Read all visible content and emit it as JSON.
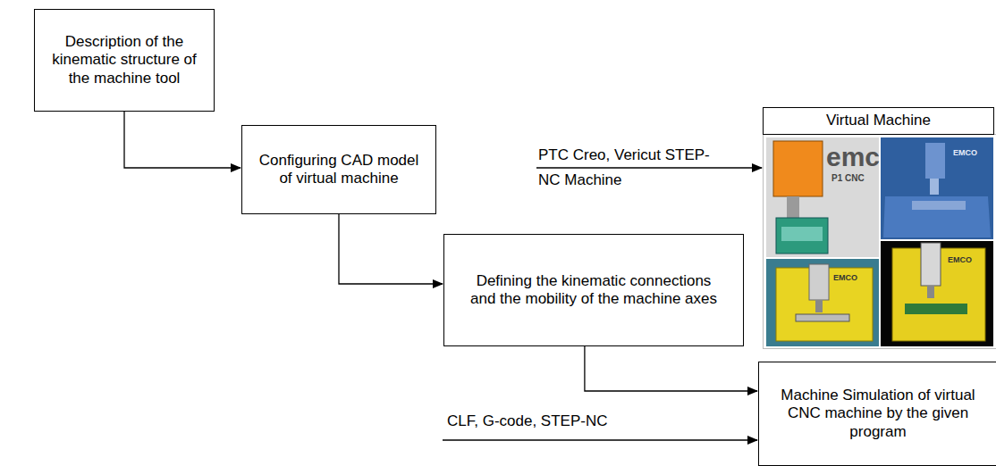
{
  "diagram": {
    "nodes": [
      {
        "text": [
          "Description of the kinematic structure of the machine tool"
        ]
      },
      {
        "text": [
          "Configuring CAD model of virtual machine"
        ]
      },
      {
        "text": [
          "Defining the kinematic connections and the mobility of the machine axes"
        ]
      },
      {
        "text": [
          "Virtual Machine"
        ]
      },
      {
        "text": [
          "Machine Simulation of virtual CNC machine by the given program"
        ]
      }
    ],
    "edges": [
      {
        "from": 0,
        "to": 1,
        "arrow": "to"
      },
      {
        "from": 1,
        "to": 2,
        "arrow": "to"
      },
      {
        "from": 2,
        "to": 4,
        "arrow": "to"
      }
    ],
    "labels": [
      "PTC Creo, Vericut STEP-NC Machine",
      "CLF, G-code, STEP-NC",
      "emc",
      "P1 CNC",
      "EMCO",
      "EMCO",
      "EMCO"
    ]
  }
}
